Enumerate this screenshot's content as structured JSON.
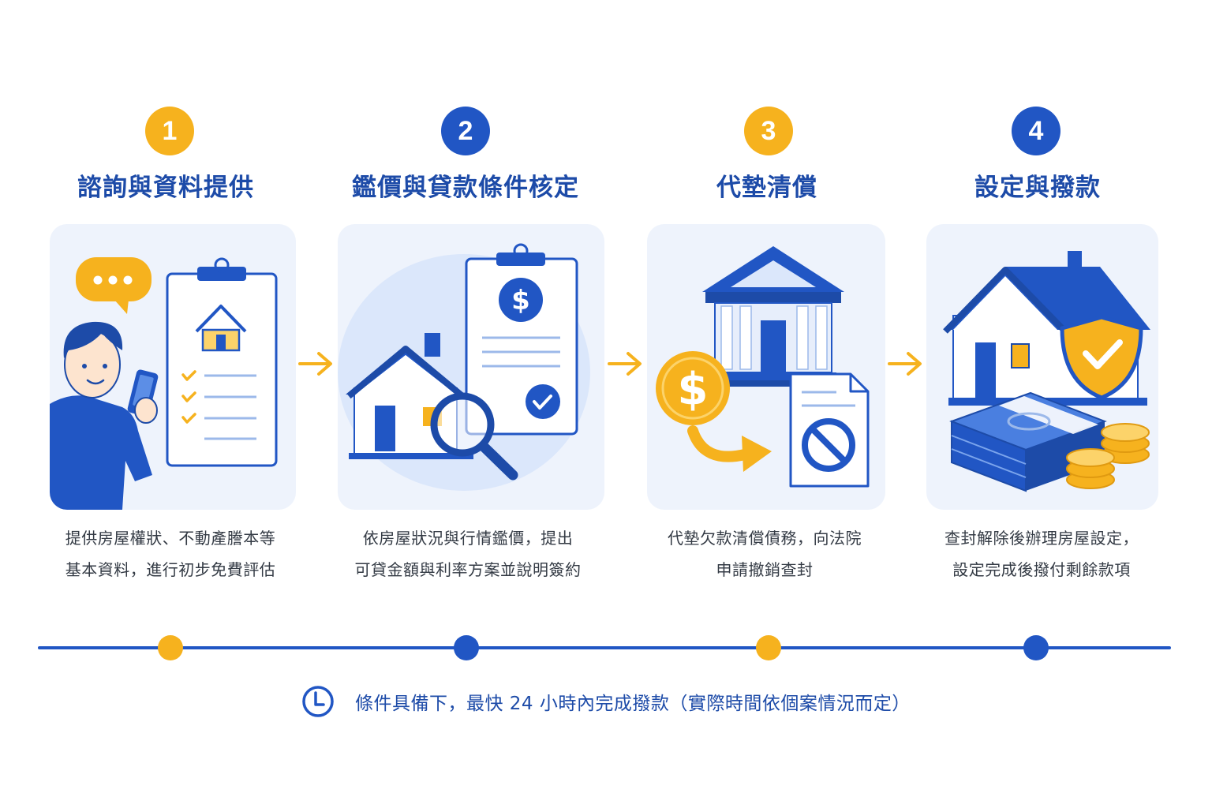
{
  "colors": {
    "accent_blue": "#2156c4",
    "accent_yellow": "#f6b21e",
    "title_blue": "#1d4ba8",
    "card_bg": "#eef3fc"
  },
  "steps": [
    {
      "number": "1",
      "title": "諮詢與資料提供",
      "desc_line1": "提供房屋權狀、不動產謄本等",
      "desc_line2": "基本資料，進行初步免費評估",
      "icon": "consultation-clipboard-icon"
    },
    {
      "number": "2",
      "title": "鑑價與貸款條件核定",
      "desc_line1": "依房屋狀況與行情鑑價，提出",
      "desc_line2": "可貸金額與利率方案並說明簽約",
      "icon": "appraisal-magnifier-icon"
    },
    {
      "number": "3",
      "title": "代墊清償",
      "desc_line1": "代墊欠款清償債務，向法院",
      "desc_line2": "申請撤銷查封",
      "icon": "bank-payment-icon"
    },
    {
      "number": "4",
      "title": "設定與撥款",
      "desc_line1": "查封解除後辦理房屋設定，",
      "desc_line2": "設定完成後撥付剩餘款項",
      "icon": "house-money-shield-icon"
    }
  ],
  "note": {
    "text": "條件具備下，最快 24 小時內完成撥款（實際時間依個案情況而定）",
    "icon": "clock-icon"
  }
}
